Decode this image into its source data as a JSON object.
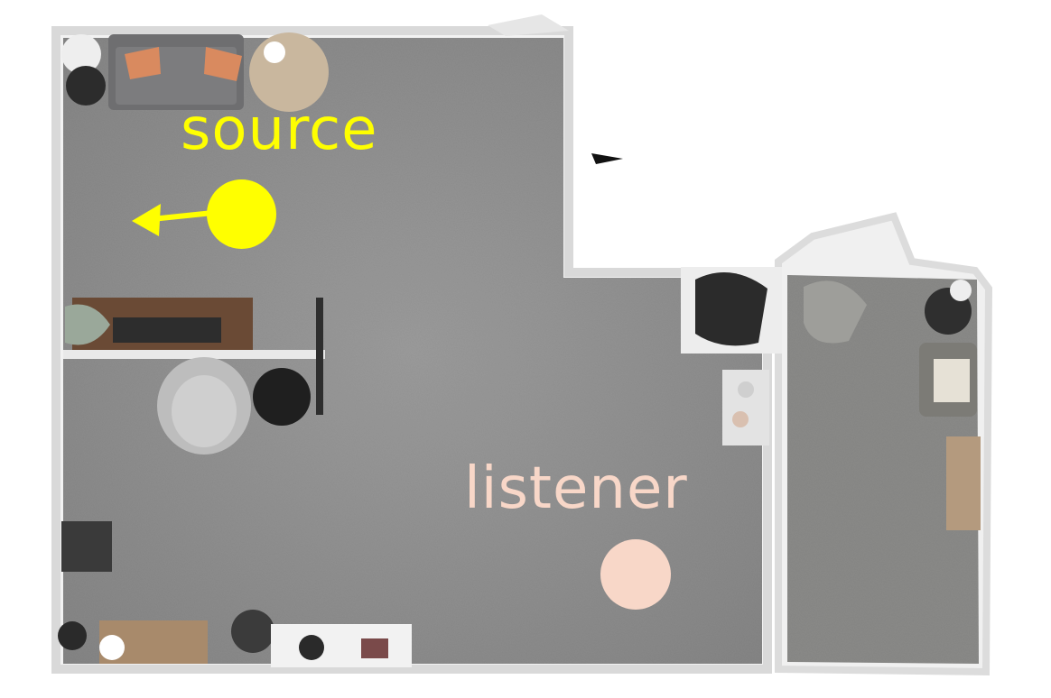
{
  "scene": {
    "description_type": "top-down 3D room scan with acoustic markers"
  },
  "markers": {
    "source": {
      "label": "source",
      "color": "#ffff00",
      "icon": "direction-arrow"
    },
    "listener": {
      "label": "listener",
      "color": "#f8d7c8"
    }
  },
  "colors": {
    "floor": "#8c8c8c",
    "floor_light": "#9a9a9a",
    "wall": "#e8e8e8",
    "background": "#ffffff"
  }
}
